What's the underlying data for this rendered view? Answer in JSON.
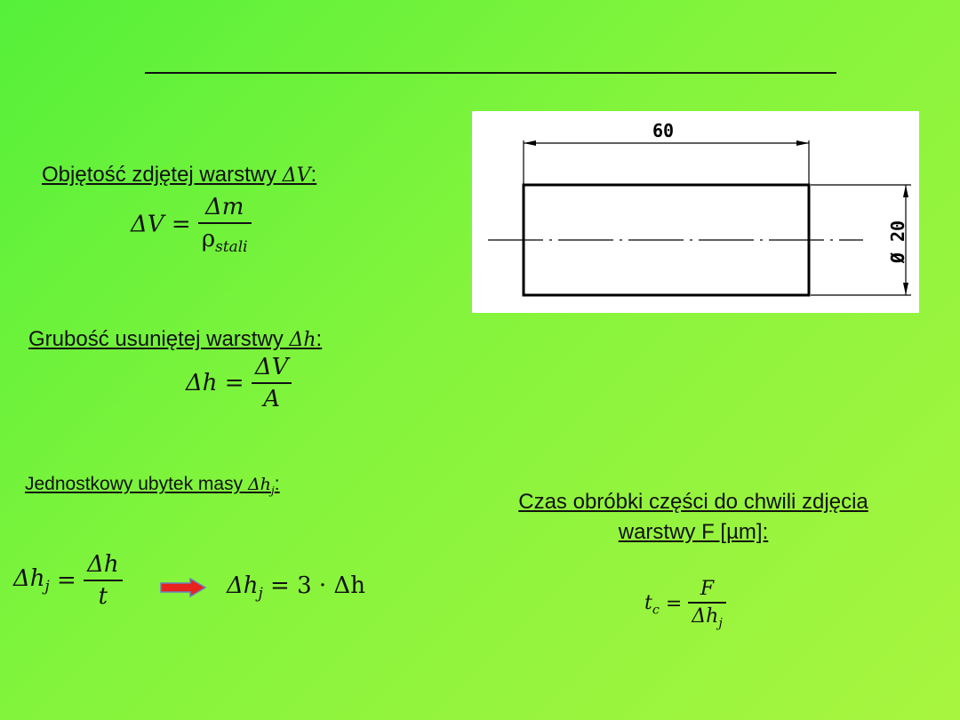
{
  "sections": {
    "volume": {
      "label": "Objętość zdjętej warstwy",
      "symbol": "ΔV",
      "colon": ":",
      "lhs": "ΔV =",
      "num": "Δm",
      "den_base": "ρ",
      "den_sub": "stali"
    },
    "thickness": {
      "label": "Grubość usuniętej warstwy",
      "symbol": "Δh",
      "colon": ":",
      "lhs": "Δh =",
      "num": "ΔV",
      "den": "A"
    },
    "unit_loss": {
      "label": "Jednostkowy ubytek masy",
      "symbol": "Δh",
      "symbol_sub": "j",
      "colon": ":",
      "lhs_base": "Δh",
      "lhs_sub": "j",
      "eq": "=",
      "num": "Δh",
      "den": "t",
      "result_base": "Δh",
      "result_sub": "j",
      "result_rest": "= 3 · Δh"
    },
    "time": {
      "label_line1": "Czas obróbki części do chwili zdjęcia",
      "label_line2": "warstwy F [µm]:",
      "lhs_base": "t",
      "lhs_sub": "c",
      "eq": "=",
      "num": "F",
      "den_base": "Δh",
      "den_sub": "j"
    }
  },
  "drawing": {
    "length_label": "60",
    "diameter_label": "Ø 20"
  },
  "colors": {
    "arrow_fill": "#e8231d",
    "arrow_outline": "#6a7fc0"
  }
}
